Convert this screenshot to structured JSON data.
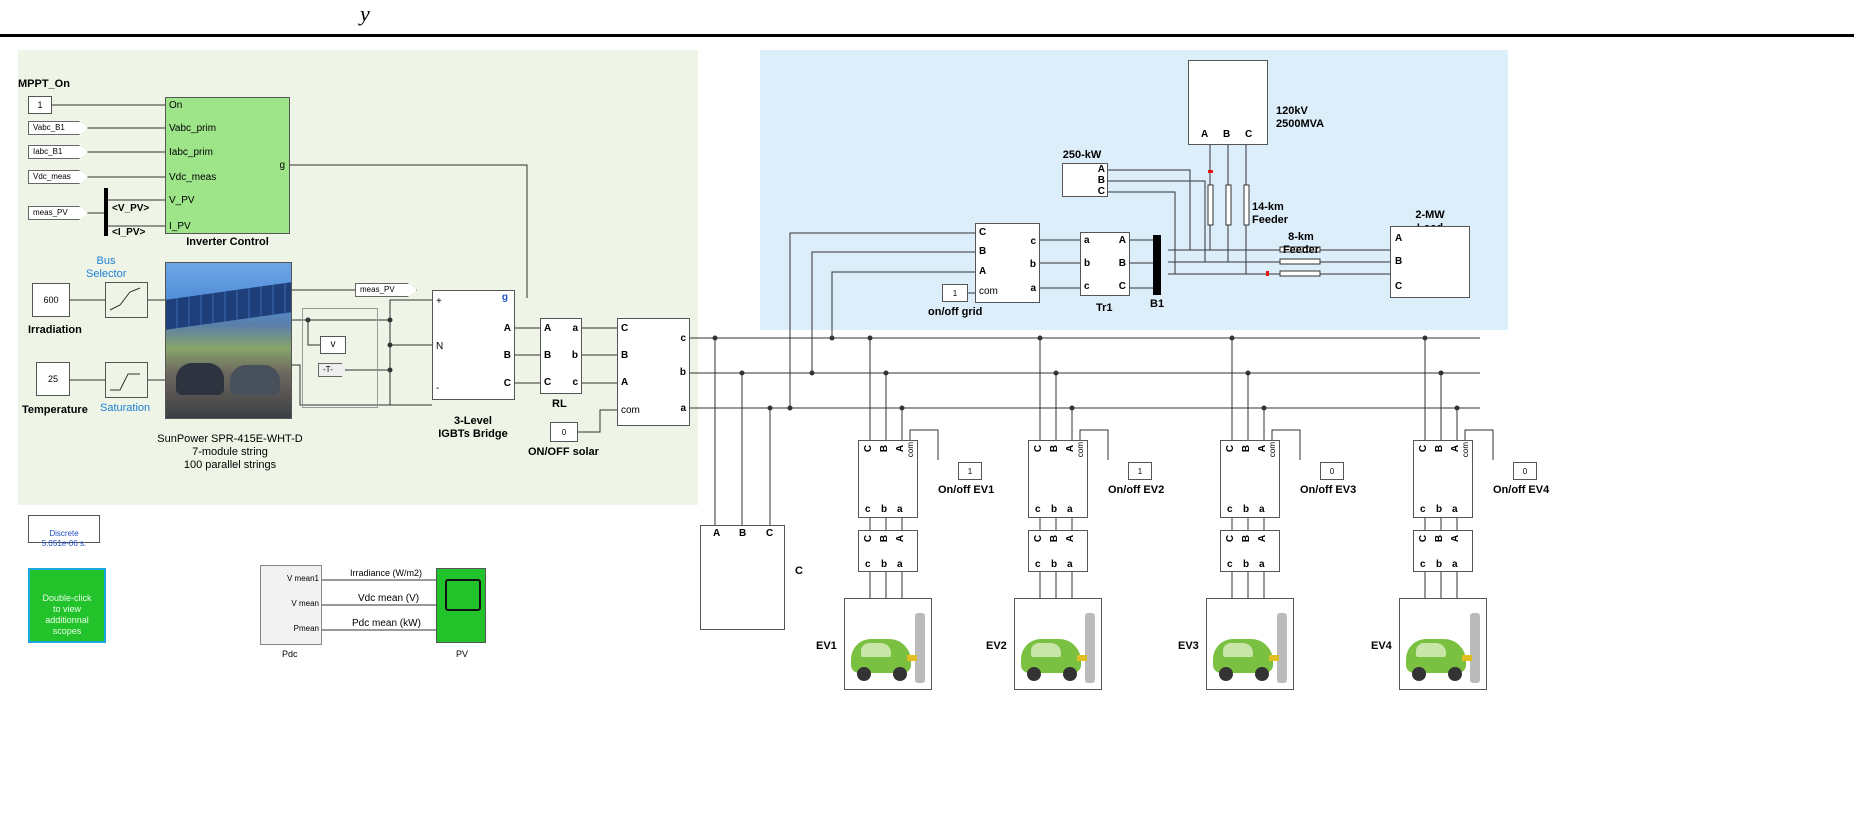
{
  "header": {
    "title_fragment": "y"
  },
  "control": {
    "mppt_label": "MPPT_On",
    "mppt_value": "1",
    "tags": [
      "Vabc_B1",
      "Iabc_B1",
      "Vdc_meas",
      "meas_PV"
    ],
    "bus_selector_outputs": [
      "<V_PV>",
      "<I_PV>"
    ],
    "bus_selector_label": "Bus\nSelector",
    "inverter_ports": [
      "On",
      "Vabc_prim",
      "Iabc_prim",
      "Vdc_meas",
      "V_PV",
      "I_PV"
    ],
    "inverter_out": "g",
    "inverter_label": "Inverter Control",
    "irradiation_value": "600",
    "irradiation_label": "Irradiation",
    "temperature_value": "25",
    "temperature_label": "Temperature",
    "saturation_label": "Saturation",
    "pv_label": "SunPower SPR-415E-WHT-D\n7-module string\n100 parallel strings",
    "meas_pv_tag": "meas_PV",
    "voltmeter_label": "v",
    "goto_label": "-T-"
  },
  "power": {
    "bridge_ports": [
      "+",
      "N",
      "-"
    ],
    "bridge_outputs": [
      "A",
      "B",
      "C"
    ],
    "bridge_g": "g",
    "bridge_label": "3-Level\nIGBTs Bridge",
    "rl_ports_in": [
      "A",
      "B",
      "C"
    ],
    "rl_ports_out": [
      "a",
      "b",
      "c"
    ],
    "rl_label": "RL",
    "breaker_solar_ports": [
      "C",
      "B",
      "A"
    ],
    "breaker_solar_out": [
      "c",
      "b",
      "a"
    ],
    "breaker_solar_com": "com",
    "onoff_solar_value": "0",
    "onoff_solar_label": "ON/OFF solar"
  },
  "grid": {
    "source_label": "120kV\n2500MVA",
    "source_ports": [
      "A",
      "B",
      "C"
    ],
    "load250_label": "250-kW\nLoad",
    "load250_ports": [
      "A",
      "B",
      "C"
    ],
    "feeder14_label": "14-km\nFeeder",
    "feeder8_label": "8-km\nFeeder",
    "load2mw_label": "2-MW\nLoad",
    "load2mw_ports": [
      "A",
      "B",
      "C"
    ],
    "breaker_grid_ports": [
      "C",
      "B",
      "A"
    ],
    "breaker_grid_out": [
      "c",
      "b",
      "a"
    ],
    "breaker_grid_com": "com",
    "onoff_grid_value": "1",
    "onoff_grid_label": "on/off grid",
    "tr_ports_in": [
      "a",
      "b",
      "c"
    ],
    "tr_ports_out": [
      "A",
      "B",
      "C"
    ],
    "tr_label": "Tr1",
    "bus_label": "B1"
  },
  "capacitor": {
    "label": "C",
    "ports": [
      "A",
      "B",
      "C"
    ]
  },
  "evs": [
    {
      "label": "EV1",
      "switch_value": "1",
      "switch_label": "On/off EV1"
    },
    {
      "label": "EV2",
      "switch_value": "1",
      "switch_label": "On/off EV2"
    },
    {
      "label": "EV3",
      "switch_value": "0",
      "switch_label": "On/off EV3"
    },
    {
      "label": "EV4",
      "switch_value": "0",
      "switch_label": "On/off EV4"
    }
  ],
  "ev_breaker": {
    "top_ports": [
      "C",
      "B",
      "A"
    ],
    "bottom_ports": [
      "c",
      "b",
      "a"
    ],
    "com": "com"
  },
  "ev_meas": {
    "top_ports": [
      "C",
      "B",
      "A"
    ],
    "bottom_ports": [
      "c",
      "b",
      "a"
    ]
  },
  "misc": {
    "discrete_label": "Discrete\n5.051e-06 s.",
    "scopes_button": "Double-click\nto view\nadditionnal\nscopes",
    "pdc_ports": [
      "V mean1",
      "V mean",
      "Pmean"
    ],
    "pdc_label": "Pdc",
    "signals": [
      "Irradiance (W/m2)",
      "Vdc mean (V)",
      "Pdc mean (kW)"
    ],
    "pv_scope_label": "PV"
  },
  "colors": {
    "green_region": "#eef5e6",
    "blue_region": "#dbeef9",
    "inverter_block": "#9ee58a",
    "scope_button": "#22c22a",
    "accent_blue": "#1e7fd6"
  }
}
